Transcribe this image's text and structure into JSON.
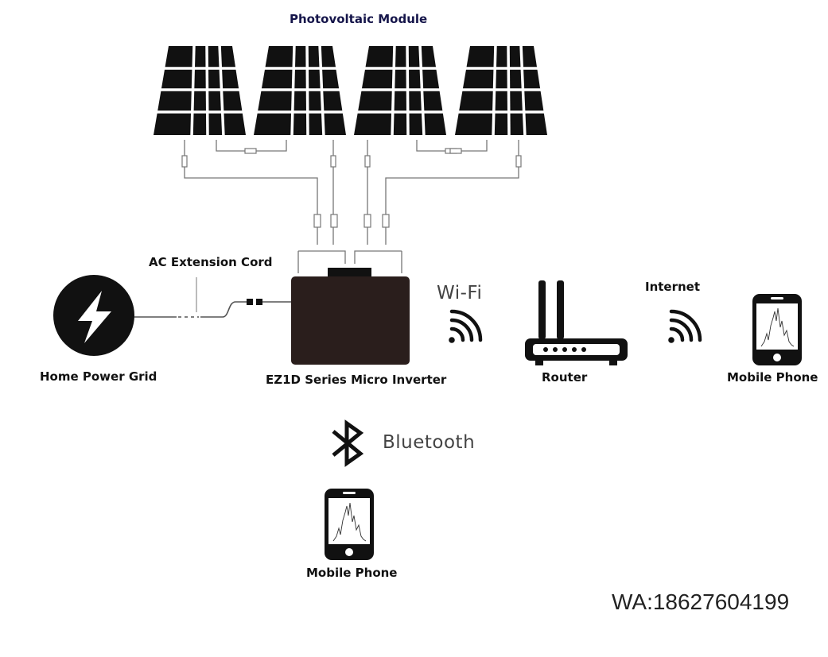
{
  "title": "Photovoltaic Module",
  "labels": {
    "ac_cord": "AC Extension Cord",
    "grid": "Home Power Grid",
    "inverter": "EZ1D Series Micro Inverter",
    "wifi": "Wi-Fi",
    "router": "Router",
    "internet": "Internet",
    "phone_right": "Mobile Phone",
    "bluetooth": "Bluetooth",
    "phone_bottom": "Mobile Phone"
  },
  "watermark": "WA:18627604199",
  "colors": {
    "inverter": "#2a1e1c",
    "ink": "#111111",
    "wire": "#777777",
    "title": "#15154a"
  },
  "icons": [
    "solar-panel-icon",
    "lightning-icon",
    "wifi-signal-icon",
    "router-icon",
    "mobile-phone-icon",
    "bluetooth-icon"
  ]
}
